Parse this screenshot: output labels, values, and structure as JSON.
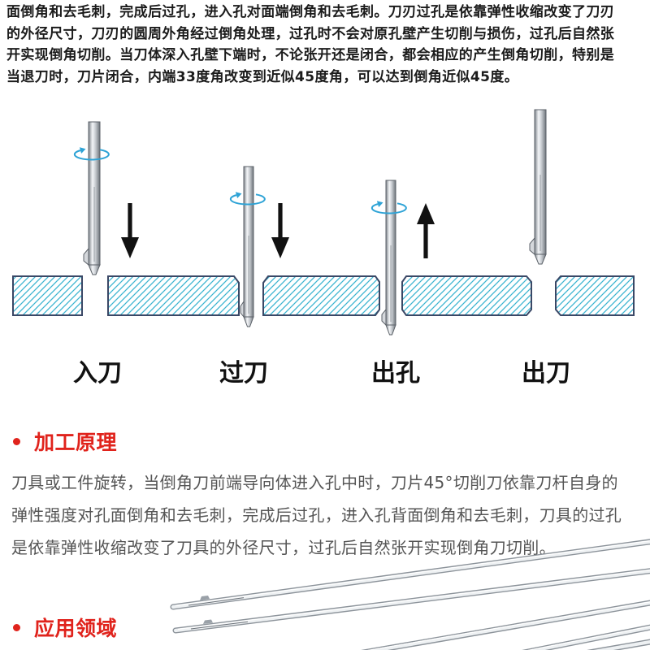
{
  "intro": {
    "lines": [
      "面倒角和去毛刺，完成后过孔，进入孔对面端倒角和去毛刺。刀刃过孔是依靠弹性收缩改变了刀刃",
      "的外径尺寸，刀刃的圆周外角经过倒角处理，过孔时不会对原孔壁产生切削与损伤，过孔后自然张",
      "开实现倒角切削。当刀体深入孔壁下端时，不论张开还是闭合，都会相应的产生倒角切削，特别是",
      "当退刀时，刀片闭合，内端33度角改变到近似45度角，可以达到倒角近似45度。"
    ]
  },
  "diagram": {
    "stages": [
      {
        "label": "入刀",
        "arrow_icon": "arrow-down-icon",
        "rotation_icon": "rotation-icon"
      },
      {
        "label": "过刀",
        "arrow_icon": "arrow-down-icon",
        "rotation_icon": "rotation-icon"
      },
      {
        "label": "出孔",
        "arrow_icon": "arrow-up-icon",
        "rotation_icon": "rotation-icon"
      },
      {
        "label": "出刀",
        "arrow_icon": "",
        "rotation_icon": ""
      }
    ]
  },
  "principle": {
    "title": "加工原理",
    "bullet_icon": "red-dot-icon",
    "lines": [
      "刀具或工件旋转，当倒角刀前端导向体进入孔中时，刀片45°切削刀依靠刀杆自身的",
      "弹性强度对孔面倒角和去毛刺，完成后过孔，进入孔背面倒角和去毛刺，刀具的过孔",
      "是依靠弹性收缩改变了刀具的外径尺寸，过孔后自然张开实现倒角刀切削。"
    ]
  },
  "application": {
    "title": "应用领域",
    "bullet_icon": "red-dot-icon"
  },
  "colors": {
    "accent": "#e0231c",
    "intro_text": "#1b1b1b",
    "body_text": "#555555",
    "label_text": "#111111",
    "hatch": "#3ab3d0",
    "plate_outline": "#3a4866",
    "rotation": "#2ea3d6",
    "arrow": "#111111"
  }
}
